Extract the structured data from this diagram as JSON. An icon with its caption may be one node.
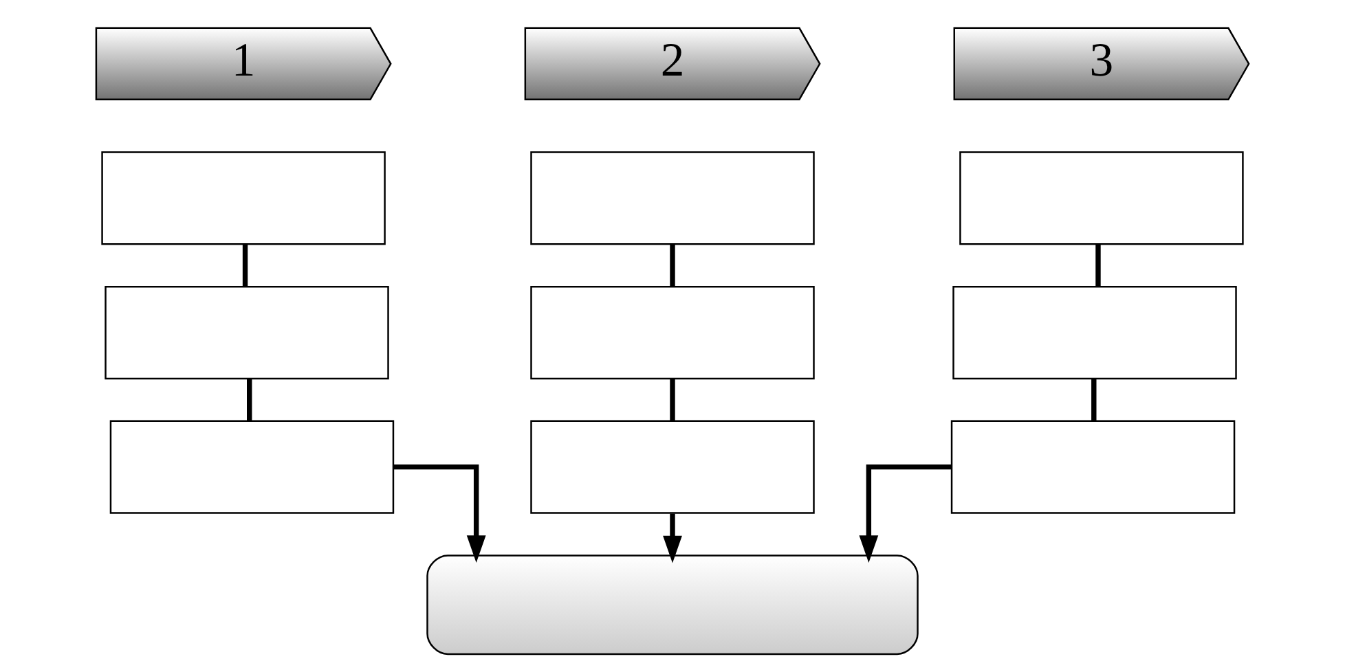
{
  "diagram": {
    "nodes": [
      {
        "text": [
          "1"
        ]
      },
      {
        "text": [
          "2"
        ]
      },
      {
        "text": [
          "3"
        ]
      },
      {
        "text": [],
        "shape": "box"
      },
      {
        "text": [],
        "shape": "box"
      },
      {
        "text": [],
        "shape": "box"
      },
      {
        "text": [],
        "shape": "box"
      },
      {
        "text": [],
        "shape": "box"
      },
      {
        "text": [],
        "shape": "box"
      },
      {
        "text": [],
        "shape": "box"
      },
      {
        "text": [],
        "shape": "box"
      },
      {
        "text": [],
        "shape": "box"
      },
      {
        "text": [],
        "shape": "capsule"
      }
    ],
    "edges": [
      {
        "from": 3,
        "to": 4,
        "arrow": "none"
      },
      {
        "from": 4,
        "to": 5,
        "arrow": "none"
      },
      {
        "from": 5,
        "to": 12,
        "arrow": "to"
      },
      {
        "from": 6,
        "to": 7,
        "arrow": "none"
      },
      {
        "from": 7,
        "to": 8,
        "arrow": "none"
      },
      {
        "from": 8,
        "to": 12,
        "arrow": "to"
      },
      {
        "from": 9,
        "to": 10,
        "arrow": "none"
      },
      {
        "from": 10,
        "to": 11,
        "arrow": "none"
      },
      {
        "from": 11,
        "to": 12,
        "arrow": "to"
      }
    ]
  }
}
